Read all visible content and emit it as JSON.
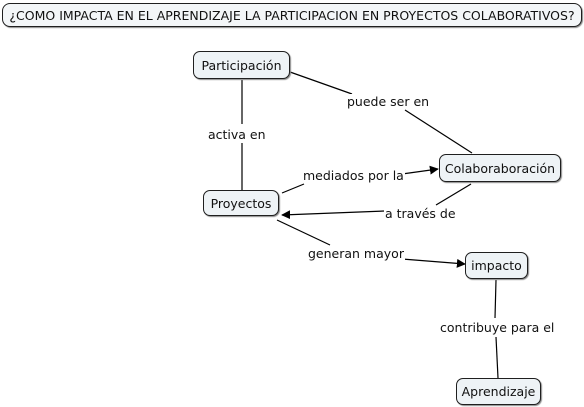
{
  "title": "¿COMO IMPACTA EN EL APRENDIZAJE LA PARTICIPACION EN PROYECTOS COLABORATIVOS?",
  "concepts": {
    "participacion": "Participación",
    "proyectos": "Proyectos",
    "colaboracion": "Colaboraboración",
    "impacto": "impacto",
    "aprendizaje": "Aprendizaje"
  },
  "links": {
    "activa_en": "activa en",
    "puede_ser_en": "puede ser en",
    "mediados_por_la": "mediados por la",
    "a_traves_de": "a través de",
    "generan_mayor": "generan mayor",
    "contribuye_para_el": "contribuye para el"
  },
  "colors": {
    "node_fill": "#eef3f6",
    "node_border": "#1f1f1f",
    "line": "#000000"
  }
}
